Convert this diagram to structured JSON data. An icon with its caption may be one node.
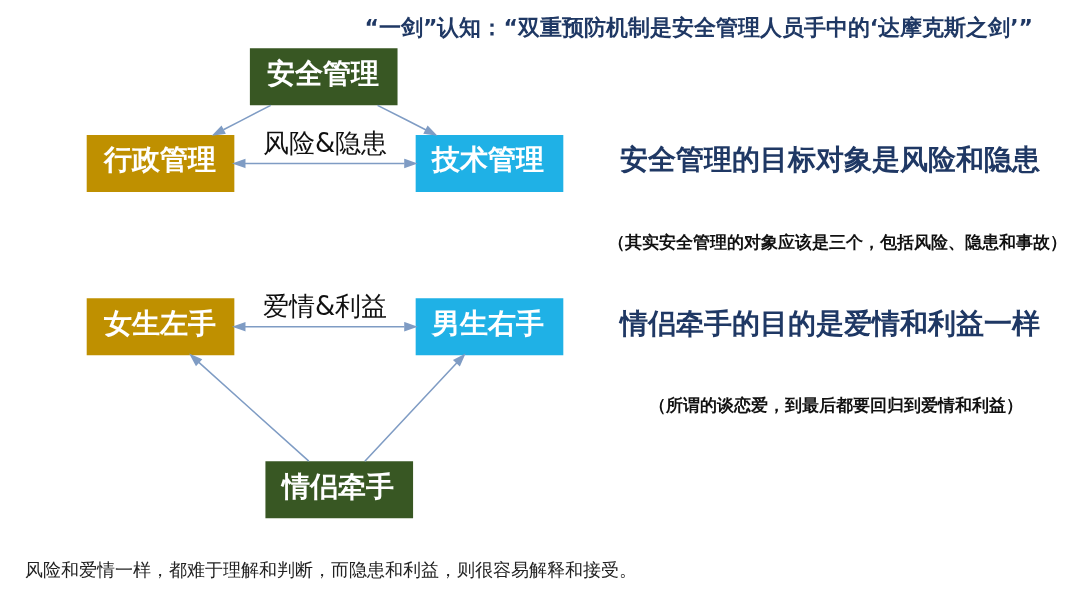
{
  "diagram": {
    "title": "“一剑”认知：“双重预防机制是安全管理人员手中的‘达摩克斯之剑’”",
    "nodes": [
      {
        "text": [
          "安全管理"
        ]
      },
      {
        "text": [
          "行政管理"
        ]
      },
      {
        "text": [
          "技术管理"
        ]
      },
      {
        "text": [
          "女生左手"
        ]
      },
      {
        "text": [
          "男生右手"
        ]
      },
      {
        "text": [
          "情侣牵手"
        ]
      }
    ],
    "edges": [
      {
        "from": 0,
        "to": 1,
        "arrow": "to"
      },
      {
        "from": 0,
        "to": 2,
        "arrow": "to"
      },
      {
        "from": 1,
        "to": 2,
        "arrow": "both",
        "label": "风险&隐患"
      },
      {
        "from": 3,
        "to": 4,
        "arrow": "both",
        "label": "爱情&利益"
      },
      {
        "from": 5,
        "to": 3,
        "arrow": "to"
      },
      {
        "from": 5,
        "to": 4,
        "arrow": "to"
      }
    ],
    "labels": [
      "安全管理的目标对象是风险和隐患",
      "（其实安全管理的对象应该是三个，包括风险、隐患和事故）",
      "情侣牵手的目的是爱情和利益一样",
      "（所谓的谈恋爱，到最后都要回归到爱情和利益）",
      "风险和爱情一样，都难于理解和判断，而隐患和利益，则很容易解释和接受。"
    ]
  }
}
